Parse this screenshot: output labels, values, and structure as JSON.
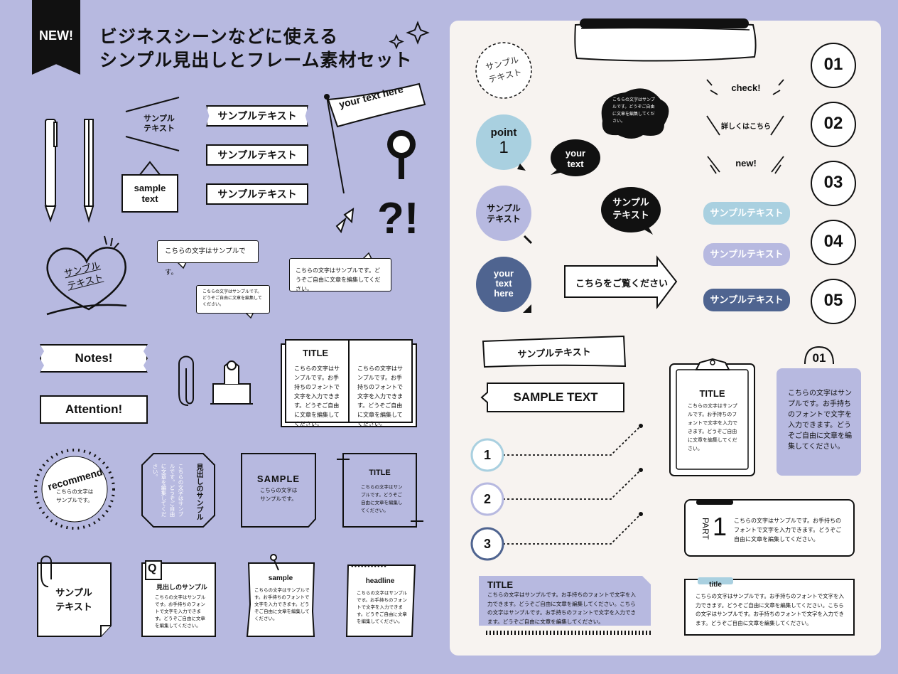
{
  "badge": "NEW!",
  "heading": {
    "line1": "ビジネスシーンなどに使える",
    "line2": "シンプル見出しとフレーム素材セット"
  },
  "left": {
    "lines_text": "サンプル\nテキスト",
    "banners": [
      "サンプルテキスト",
      "サンプルテキスト",
      "サンプルテキスト"
    ],
    "flag": "your text here",
    "sign": "sample\ntext",
    "heart": "サンプル\nテキスト",
    "bubble1": "こちらの文字はサンプルです。",
    "bubble2": "こちらの文字はサンプルです。どうぞご自由に文章を編集してください。",
    "bubble3": "こちらの文字はサンプルです。どうぞご自由に文章を編集してください。",
    "notes": "Notes!",
    "attention": "Attention!",
    "book_title": "TITLE",
    "book_left": "こちらの文字はサンプルです。お手持ちのフォントで文字を入力できます。どうぞご自由に文章を編集してください。",
    "book_right": "こちらの文字はサンプルです。お手持ちのフォントで文字を入力できます。どうぞご自由に文章を編集してください。",
    "recommend": "recommend",
    "recommend_body": "こちらの文字は\nサンプルです。",
    "vertical_title": "見出しのサンプル",
    "vertical_body": "こちらの文字はサンプルです。どうぞご自由に文章を編集してください。",
    "sample_box_title": "SAMPLE",
    "sample_box_body": "こちらの文字は\nサンプルです。",
    "title_box_title": "TITLE",
    "title_box_body": "こちらの文字はサンプルです。どうぞご自由に文章を編集してください。",
    "clip_note": "サンプル\nテキスト",
    "q_mark": "Q",
    "q_title": "見出しのサンプル",
    "q_body": "こちらの文字はサンプルです。お手持ちのフォントで文字を入力できます。どうぞご自由に文章を編集してください。",
    "pin_title": "sample",
    "pin_body": "こちらの文字はサンプルです。お手持ちのフォントで文字を入力できます。どうぞご自由に文章を編集してください。",
    "notebook_title": "headline",
    "notebook_body": "こちらの文字はサンプルです。お手持ちのフォントで文字を入力できます。どうぞご自由に文章を編集してください。"
  },
  "right": {
    "stamp": "サンプル\nテキスト",
    "point_label": "point",
    "point_num": "1",
    "lav_bubble": "サンプル\nテキスト",
    "navy_bubble": "your\ntext\nhere",
    "cloud_text": "こちらの文字はサンプルです。どうぞご自由に文章を編集してください。",
    "your_text": "your\ntext",
    "black_bubble": "サンプル\nテキスト",
    "arrow": "こちらをご覧ください",
    "accents": [
      "check!",
      "詳しくはこちら",
      "new!"
    ],
    "pills": [
      "サンプルテキスト",
      "サンプルテキスト",
      "サンプルテキスト"
    ],
    "numbers": [
      "01",
      "02",
      "03",
      "04",
      "05"
    ],
    "ribbon_banner": "サンプルテキスト",
    "sample_text": "SAMPLE TEXT",
    "steps": [
      "1",
      "2",
      "3"
    ],
    "clipboard_title": "TITLE",
    "clipboard_body": "こちらの文字はサンプルです。お手持ちのフォントで文字を入力できます。どうぞご自由に文章を編集してください。",
    "tab_num": "01",
    "lav_box_body": "こちらの文字はサンプルです。お手持ちのフォントで文字を入力できます。どうぞご自由に文章を編集してください。",
    "part_label": "PART",
    "part_num": "1",
    "part_body": "こちらの文字はサンプルです。お手持ちのフォントで文字を入力できます。どうぞご自由に文章を編集してください。",
    "title_bar_title": "TITLE",
    "title_bar_body": "こちらの文字はサンプルです。お手持ちのフォントで文字を入力できます。どうぞご自由に文章を編集してください。こちらの文字はサンプルです。お手持ちのフォントで文字を入力できます。どうぞご自由に文章を編集してください。",
    "tab_box_title": "title",
    "tab_box_body": "こちらの文字はサンプルです。お手持ちのフォントで文字を入力できます。どうぞご自由に文章を編集してください。こちらの文字はサンプルです。お手持ちのフォントで文字を入力できます。どうぞご自由に文章を編集してください。"
  },
  "colors": {
    "bg": "#b7b9e0",
    "panel": "#f7f3f0",
    "light_blue": "#a9d0e0",
    "lavender": "#b7b9e0",
    "navy": "#4f6490",
    "ink": "#111111"
  }
}
